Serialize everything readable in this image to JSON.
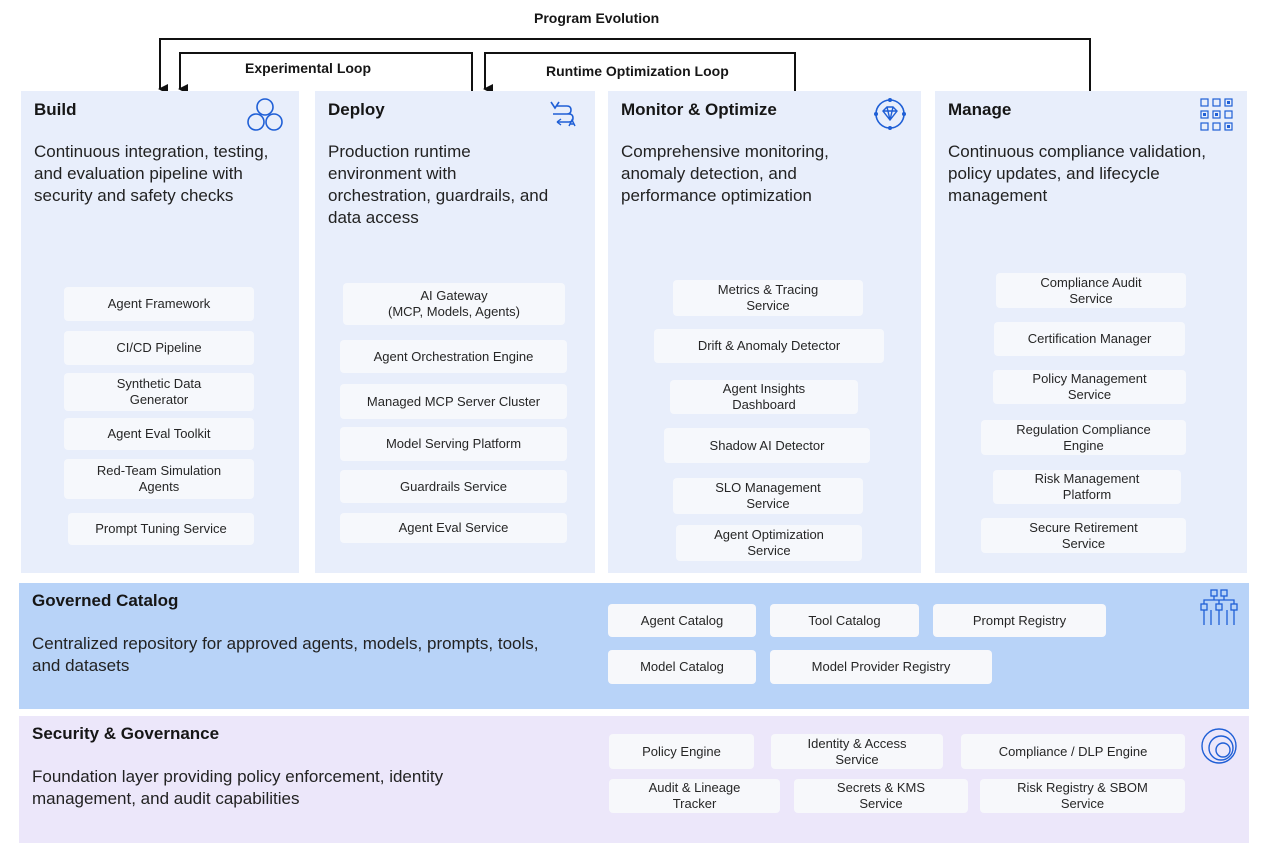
{
  "flows": {
    "program_evolution": "Program Evolution",
    "experimental_loop": "Experimental Loop",
    "runtime_loop": "Runtime Optimization  Loop"
  },
  "columns": {
    "build": {
      "title": "Build",
      "icon": "cycle-icon",
      "description": [
        "Continuous integration, testing,",
        "and evaluation pipeline with",
        "security and safety checks"
      ],
      "services": [
        "Agent Framework",
        "CI/CD Pipeline",
        "Synthetic Data\nGenerator",
        "Agent Eval Toolkit",
        "Red-Team Simulation\nAgents",
        "Prompt Tuning Service"
      ]
    },
    "deploy": {
      "title": "Deploy",
      "icon": "route-icon",
      "description": [
        "Production runtime",
        "environment with",
        "orchestration, guardrails, and",
        "data access"
      ],
      "services": [
        "AI Gateway\n(MCP, Models, Agents)",
        "Agent Orchestration Engine",
        "Managed MCP Server Cluster",
        "Model Serving Platform",
        "Guardrails Service",
        "Agent Eval Service"
      ]
    },
    "monitor": {
      "title": "Monitor & Optimize",
      "icon": "diamond-network-icon",
      "description": [
        "Comprehensive monitoring,",
        "anomaly detection, and",
        "performance optimization"
      ],
      "services": [
        "Metrics & Tracing\nService",
        "Drift & Anomaly Detector",
        "Agent Insights\nDashboard",
        "Shadow AI Detector",
        "SLO Management\nService",
        "Agent Optimization\nService"
      ]
    },
    "manage": {
      "title": "Manage",
      "icon": "grid-icon",
      "description": [
        "Continuous compliance validation,",
        "policy updates, and lifecycle",
        "management"
      ],
      "services": [
        "Compliance Audit\nService",
        "Certification Manager",
        "Policy Management\nService",
        "Regulation Compliance\nEngine",
        "Risk Management\nPlatform",
        "Secure Retirement\nService"
      ]
    }
  },
  "governed_catalog": {
    "title": "Governed Catalog",
    "icon": "catalog-network-icon",
    "description": [
      "Centralized repository for approved agents, models, prompts, tools,",
      "and datasets"
    ],
    "items": [
      "Agent Catalog",
      "Tool Catalog",
      "Prompt Registry",
      "Model Catalog",
      "Model Provider Registry"
    ]
  },
  "security": {
    "title": "Security & Governance",
    "icon": "concentric-circles-icon",
    "description": [
      "Foundation layer providing policy enforcement, identity",
      "management, and audit capabilities"
    ],
    "items": [
      "Policy Engine",
      "Identity & Access\nService",
      "Compliance / DLP Engine",
      "Audit & Lineage\nTracker",
      "Secrets & KMS\nService",
      "Risk Registry & SBOM\nService"
    ]
  },
  "colors": {
    "column_bg": "#e8eefb",
    "catalog_bg": "#b8d3f8",
    "security_bg": "#ece7fa",
    "icon_blue": "#1f5fd6"
  }
}
